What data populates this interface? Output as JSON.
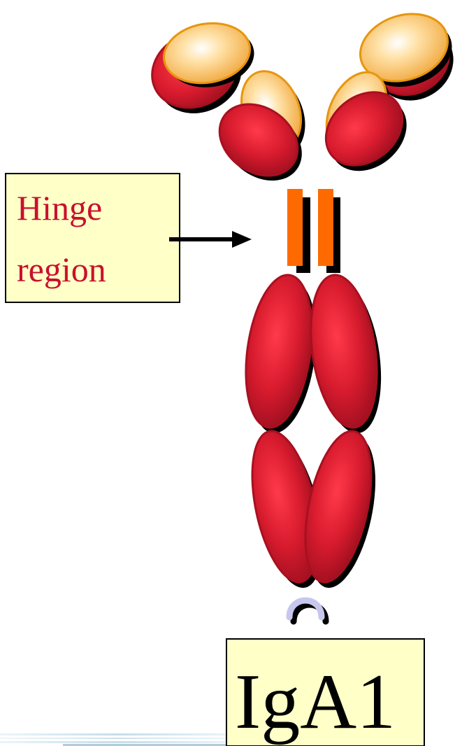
{
  "hinge_label": {
    "line1": "Hinge",
    "line2": "region"
  },
  "molecule_label": "IgA1",
  "colors": {
    "domain_red": "#e01f33",
    "domain_border": "#a81020",
    "domain_orange": "#f7b23c",
    "hinge_orange": "#ff6a00",
    "label_box_fill": "#ffffc8",
    "hinge_text": "#c8102e"
  }
}
